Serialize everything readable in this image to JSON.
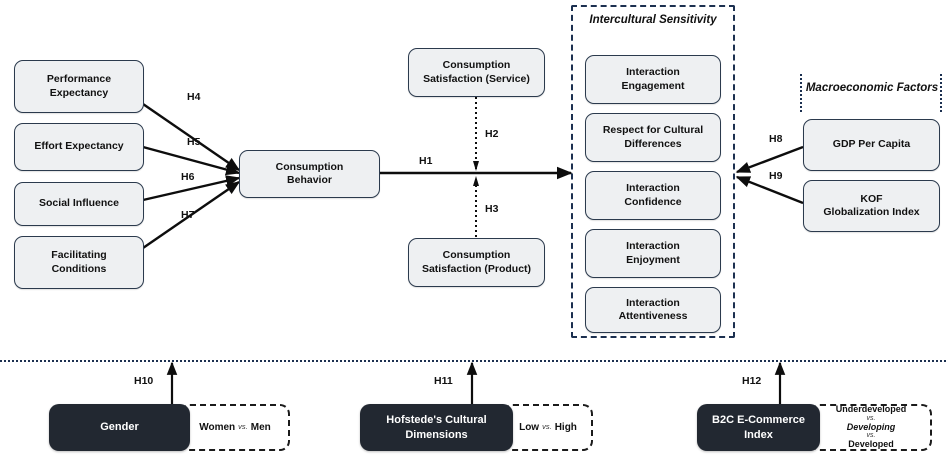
{
  "diagram": {
    "title": "Conceptual research model",
    "colors": {
      "node_fill": "#eef0f2",
      "node_border": "#2b3a4d",
      "group_border": "#1c3050",
      "moderator_fill": "#222831",
      "moderator_text": "#ffffff"
    }
  },
  "antecedents": [
    {
      "id": "performance-expectancy",
      "label": "Performance\nExpectancy",
      "line1": "Performance",
      "line2": "Expectancy"
    },
    {
      "id": "effort-expectancy",
      "label": "Effort Expectancy",
      "line1": "Effort Expectancy",
      "line2": ""
    },
    {
      "id": "social-influence",
      "label": "Social Influence",
      "line1": "Social Influence",
      "line2": ""
    },
    {
      "id": "facilitating-conditions",
      "label": "Facilitating\nConditions",
      "line1": "Facilitating",
      "line2": "Conditions"
    }
  ],
  "core": {
    "consumption_behavior": {
      "line1": "Consumption",
      "line2": "Behavior"
    },
    "satisfaction_service": {
      "line1": "Consumption",
      "line2": "Satisfaction (Service)"
    },
    "satisfaction_product": {
      "line1": "Consumption",
      "line2": "Satisfaction (Product)"
    }
  },
  "intercultural_sensitivity": {
    "title_line1": "Intercultural",
    "title_line2": "Sensitivity",
    "items": [
      {
        "line1": "Interaction",
        "line2": "Engagement"
      },
      {
        "line1": "Respect for Cultural",
        "line2": "Differences"
      },
      {
        "line1": "Interaction",
        "line2": "Confidence"
      },
      {
        "line1": "Interaction",
        "line2": "Enjoyment"
      },
      {
        "line1": "Interaction",
        "line2": "Attentiveness"
      }
    ]
  },
  "macroeconomic_factors": {
    "title_line1": "Macroeconomic",
    "title_line2": "Factors",
    "items": [
      {
        "line1": "GDP Per Capita",
        "line2": ""
      },
      {
        "line1": "KOF",
        "line2": "Globalization Index"
      }
    ]
  },
  "hypotheses": {
    "h1": "H1",
    "h2": "H2",
    "h3": "H3",
    "h4": "H4",
    "h5": "H5",
    "h6": "H6",
    "h7": "H7",
    "h8": "H8",
    "h9": "H9",
    "h10": "H10",
    "h11": "H11",
    "h12": "H12"
  },
  "moderators": [
    {
      "id": "gender",
      "name_line1": "Gender",
      "name_line2": "",
      "levels": [
        "Women",
        "Men"
      ],
      "vs": "vs.",
      "hypothesis": "H10"
    },
    {
      "id": "hofstede-cultural-dimensions",
      "name_line1": "Hofstede's Cultural",
      "name_line2": "Dimensions",
      "levels": [
        "Low",
        "High"
      ],
      "vs": "vs.",
      "hypothesis": "H11"
    },
    {
      "id": "b2c-ecommerce-index",
      "name_line1": "B2C",
      "name_line2": "E-Commerce Index",
      "levels": [
        "Underdeveloped",
        "Developing",
        "Developed"
      ],
      "vs": "vs.",
      "hypothesis": "H12"
    }
  ]
}
